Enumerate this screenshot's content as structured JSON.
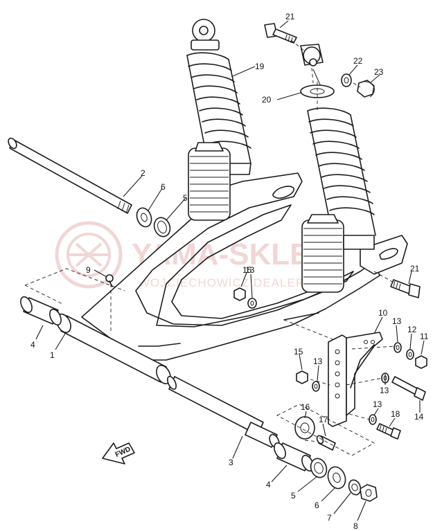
{
  "diagram": {
    "labels": {
      "p1": "1",
      "p2": "2",
      "p3": "3",
      "p4a": "4",
      "p4b": "4",
      "p5a": "5",
      "p5b": "5",
      "p6a": "6",
      "p6b": "6",
      "p7": "7",
      "p8": "8",
      "p9": "9",
      "p10": "10",
      "p11": "11",
      "p12": "12",
      "p13a": "13",
      "p13b": "13",
      "p13c": "13",
      "p13d": "13",
      "p13e": "13",
      "p14": "14",
      "p15a": "15",
      "p15b": "15",
      "p16": "16",
      "p17": "17",
      "p18": "18",
      "p19": "19",
      "p20": "20",
      "p21a": "21",
      "p21b": "21",
      "p22": "22",
      "p23": "23"
    },
    "fwd_label": "FWD"
  },
  "watermark": {
    "title": "YAMA-SKLEP",
    "subtitle": "WOJCIECHOWICZ DEALER YAMAHA"
  }
}
